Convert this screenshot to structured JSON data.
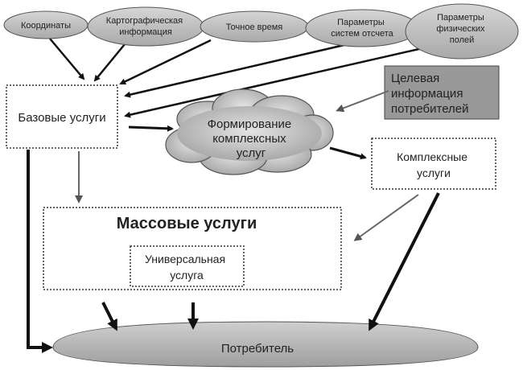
{
  "sources": [
    {
      "lines": [
        "Координаты"
      ]
    },
    {
      "lines": [
        "Картографическая",
        "информация"
      ]
    },
    {
      "lines": [
        "Точное время"
      ]
    },
    {
      "lines": [
        "Параметры",
        "систем отсчета"
      ]
    },
    {
      "lines": [
        "Параметры",
        "физических",
        "полей"
      ]
    }
  ],
  "target_info": {
    "lines": [
      "Целевая",
      "информация",
      "потребителей"
    ]
  },
  "base_services": "Базовые услуги",
  "formation": {
    "lines": [
      "Формирование",
      "комплексных",
      "услуг"
    ]
  },
  "complex_services": {
    "lines": [
      "Комплексные",
      "услуги"
    ]
  },
  "mass_services": "Массовые услуги",
  "universal_service": {
    "lines": [
      "Универсальная",
      "услуга"
    ]
  },
  "consumer": "Потребитель"
}
